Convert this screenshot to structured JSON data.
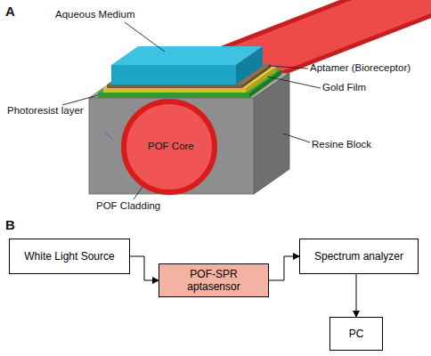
{
  "diagram": {
    "nodes": [
      {
        "text": [
          "White Light Source"
        ]
      },
      {
        "text": [
          "POF-SPR aptasensor"
        ]
      },
      {
        "text": [
          "Spectrum analyzer"
        ]
      },
      {
        "text": [
          "PC"
        ]
      }
    ],
    "edges": [
      {
        "from": 0,
        "to": 1,
        "arrow": "to"
      },
      {
        "from": 1,
        "to": 2,
        "arrow": "to"
      },
      {
        "from": 2,
        "to": 3,
        "arrow": "to"
      }
    ],
    "labels": [
      "A",
      "Aqueous Medium",
      "Aptamer (Bioreceptor)",
      "Gold Film",
      "Photoresist layer",
      "POF Core",
      "Resine Block",
      "POF Cladding",
      "B"
    ]
  }
}
